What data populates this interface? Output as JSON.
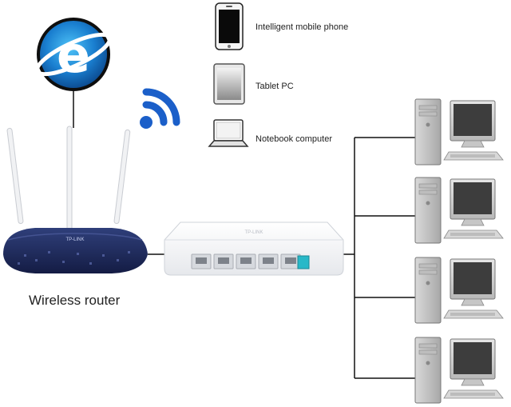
{
  "devices": {
    "phone_label": "Intelligent mobile phone",
    "tablet_label": "Tablet PC",
    "notebook_label": "Notebook computer"
  },
  "router": {
    "label": "Wireless router",
    "brand": "TP-LINK"
  },
  "switch": {
    "brand": "TP-LINK"
  },
  "icons": {
    "internet": "internet-explorer-icon",
    "wifi": "wifi-signal-icon",
    "phone": "smartphone-icon",
    "tablet": "tablet-icon",
    "notebook": "laptop-icon",
    "desktop": "desktop-computer-icon"
  },
  "colors": {
    "internet_blue": "#1a7fd0",
    "wifi_blue": "#1b5fc9",
    "router_navy": "#1e2a5c",
    "line": "#111111"
  }
}
